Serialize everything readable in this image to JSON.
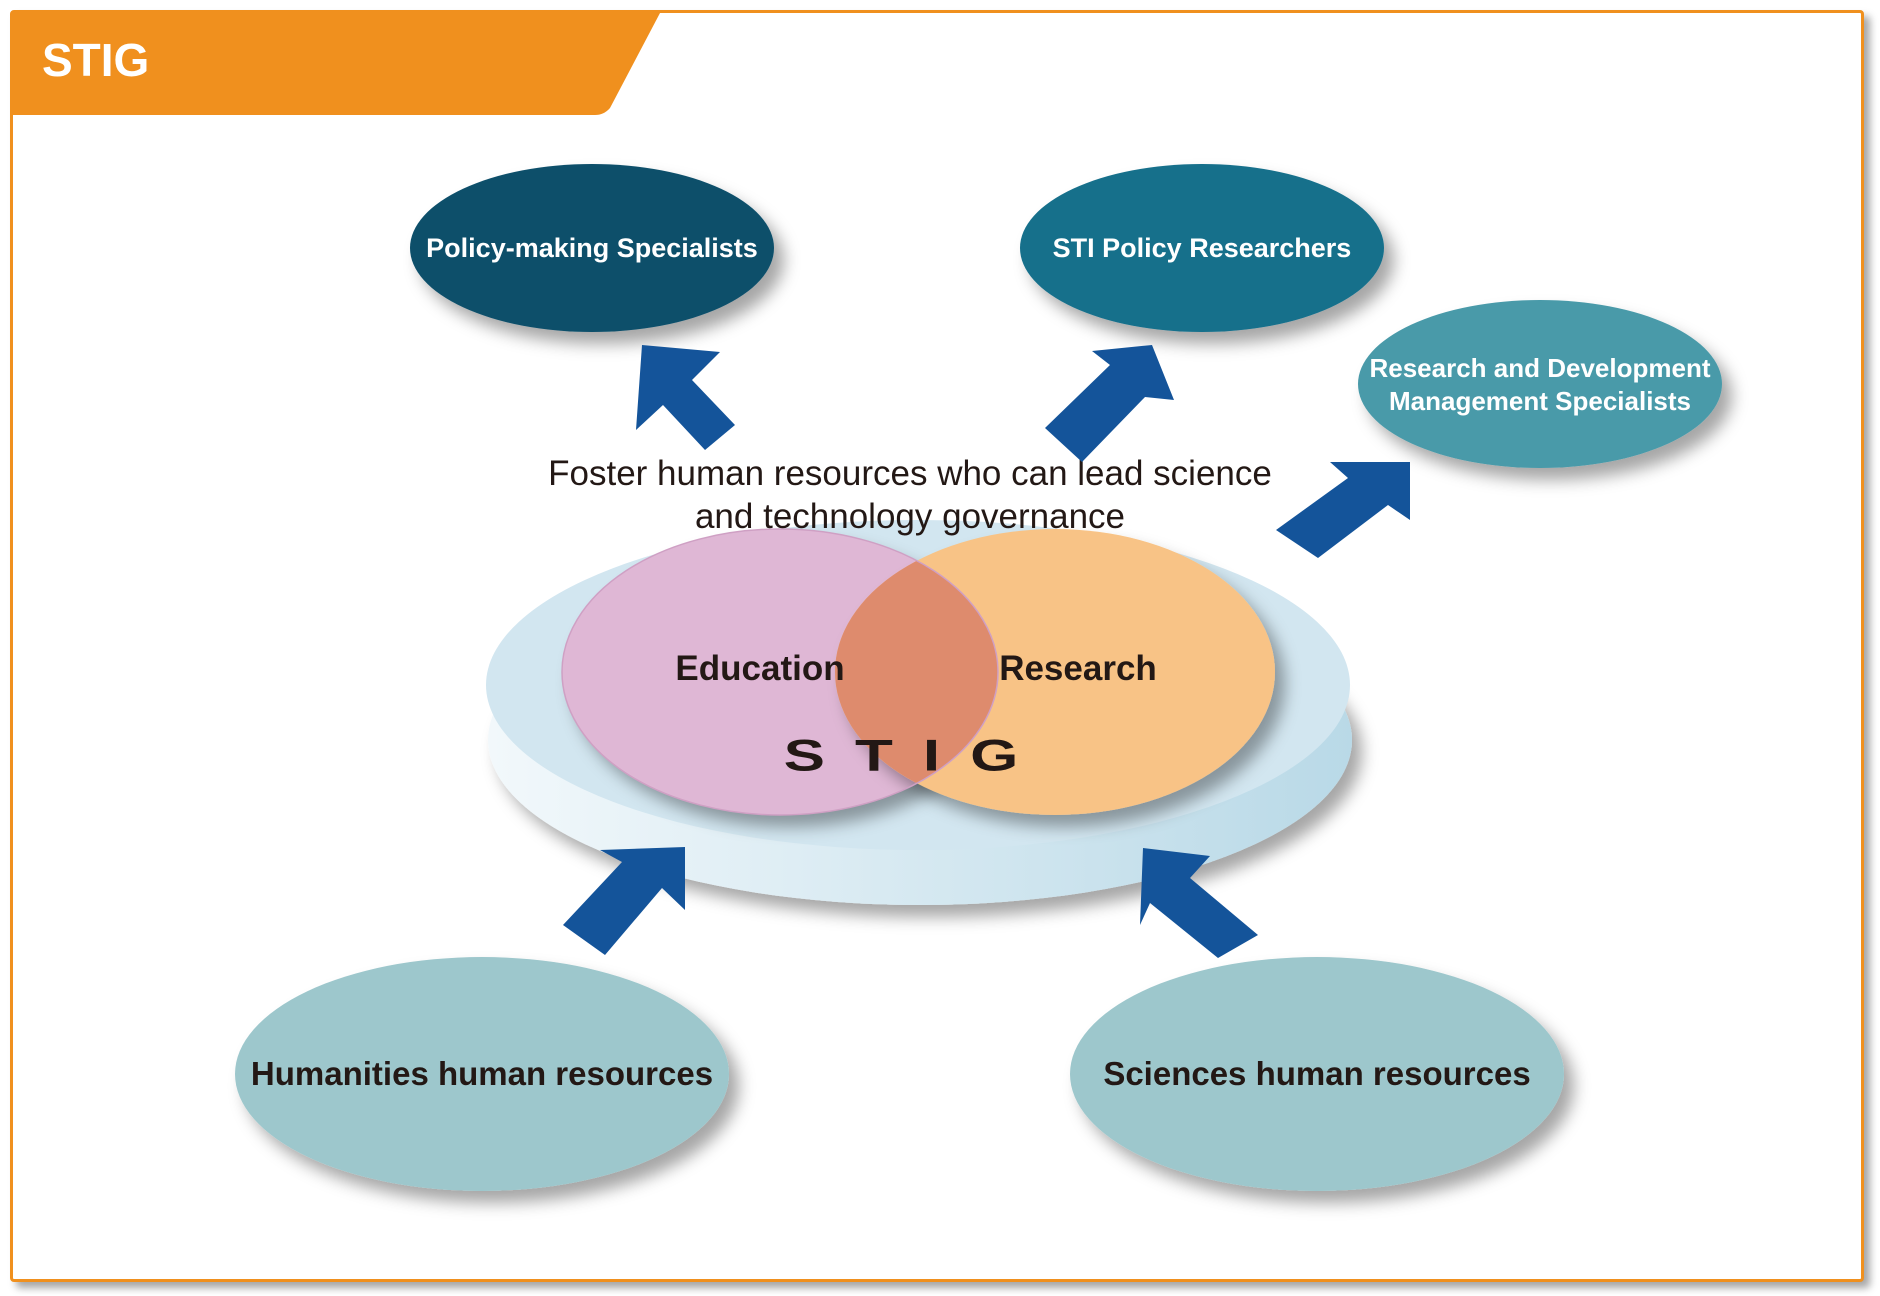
{
  "header": {
    "title": "STIG",
    "accent_color": "#f0901e"
  },
  "center": {
    "caption_line1": "Foster human resources who can lead science",
    "caption_line2": "and technology governance",
    "education_label": "Education",
    "research_label": "Research",
    "logo_text": "STIG",
    "education_color": "#dfb7d5",
    "research_color": "#f8c386",
    "overlap_color": "#de8b6d",
    "platform_color": "#d2e6f0"
  },
  "outputs": {
    "policy_making": "Policy-making Specialists",
    "sti_policy": "STI Policy Researchers",
    "rd_mgmt_line1": "Research and Development",
    "rd_mgmt_line2": "Management Specialists"
  },
  "inputs": {
    "humanities": "Humanities human resources",
    "sciences": "Sciences human resources"
  },
  "colors": {
    "arrow": "#14549a",
    "policy_making_bubble": "#0d4f6b",
    "sti_policy_bubble": "#176f8b",
    "rd_bubble": "#4a9aa9",
    "input_bubble": "#9dc7cc"
  }
}
